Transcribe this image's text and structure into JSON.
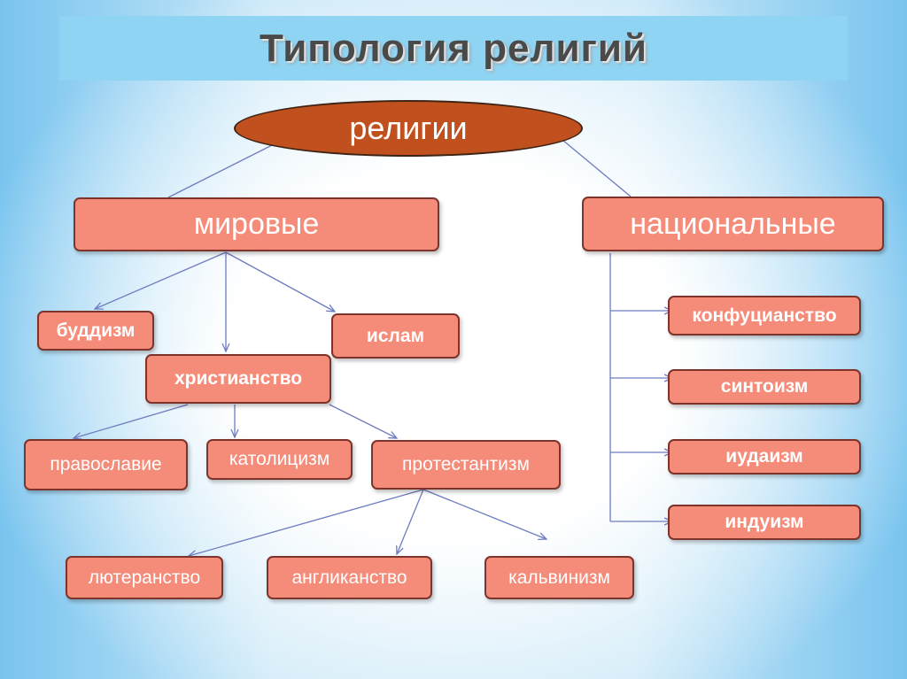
{
  "title": "Типология религий",
  "root": "религии",
  "categories": {
    "world": "мировые",
    "national": "национальные"
  },
  "world_religions": {
    "buddhism": "буддизм",
    "islam": "ислам",
    "christianity": "христианство"
  },
  "christian_branches": {
    "orthodoxy": "православие",
    "catholicism": "католицизм",
    "protestantism": "протестантизм"
  },
  "protestant_branches": {
    "lutheranism": "лютеранство",
    "anglicanism": "англиканство",
    "calvinism": "кальвинизм"
  },
  "national_religions": {
    "confucianism": "конфуцианство",
    "shinto": "синтоизм",
    "judaism": "иудаизм",
    "hinduism": "индуизм"
  },
  "colors": {
    "node_fill": "#f58b79",
    "node_border": "#7e342a",
    "root_fill": "#c0501e",
    "title_bar": "#8fd4f2",
    "connector": "#6e7cc0"
  }
}
